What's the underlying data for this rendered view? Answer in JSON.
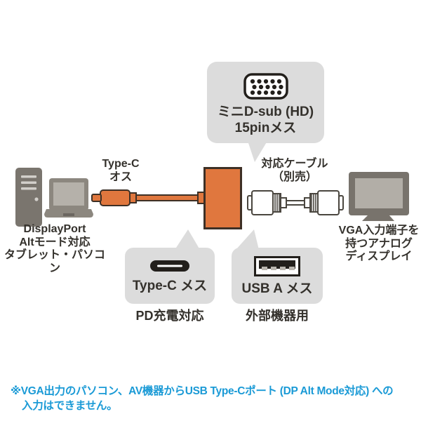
{
  "colors": {
    "accent_orange": "#e0773e",
    "callout_gray": "#dcdcdc",
    "device_gray": "#7a756e",
    "note_blue": "#1a9ad6"
  },
  "source_device": {
    "caption": [
      "DisplayPort",
      "Altモード対応",
      "タブレット・パソコン"
    ]
  },
  "typec_male": {
    "label_line1": "Type-C",
    "label_line2": "オス"
  },
  "dsub_callout": {
    "line1": "ミニD-sub (HD)",
    "line2": "15pinメス"
  },
  "cable": {
    "label_line1": "対応ケーブル",
    "label_line2": "（別売）"
  },
  "display": {
    "caption": [
      "VGA入力端子を",
      "持つアナログ",
      "ディスプレイ"
    ]
  },
  "typec_female": {
    "label": "Type-C メス",
    "caption": "PD充電対応"
  },
  "usb_a": {
    "label": "USB A メス",
    "caption": "外部機器用"
  },
  "note": {
    "line1": "※VGA出力のパソコン、AV機器からUSB Type-Cポート (DP Alt Mode対応) への",
    "line2": "入力はできません。"
  }
}
